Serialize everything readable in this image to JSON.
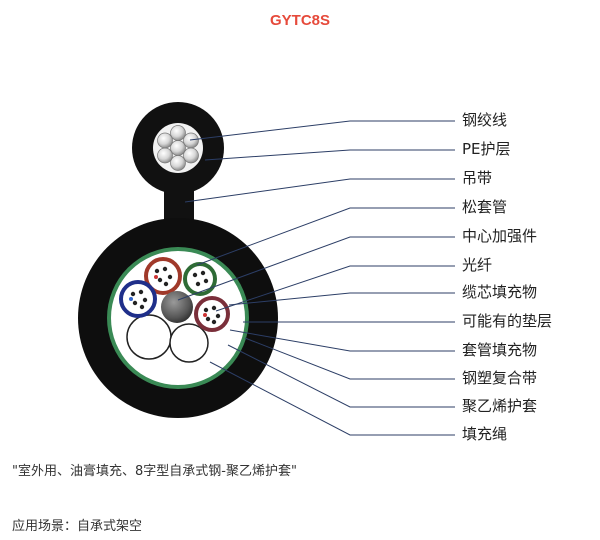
{
  "title": "GYTC8S",
  "title_color": "#e64a3b",
  "labels": [
    "钢绞线",
    "PE护层",
    "吊带",
    "松套管",
    "中心加强件",
    "光纤",
    "缆芯填充物",
    "可能有的垫层",
    "套管填充物",
    "钢塑复合带",
    "聚乙烯护套",
    "填充绳"
  ],
  "caption": "\"室外用、油膏填充、8字型自承式钢-聚乙烯护套\"",
  "usage": "应用场景：自承式架空",
  "colors": {
    "sheath": "#111111",
    "tape": "#3a8a55",
    "tube_red": "#a0392a",
    "tube_green": "#2e6b35",
    "tube_blue": "#1f2f8a",
    "tube_purple": "#7a2f3a",
    "leader_line": "#2c3e66"
  }
}
